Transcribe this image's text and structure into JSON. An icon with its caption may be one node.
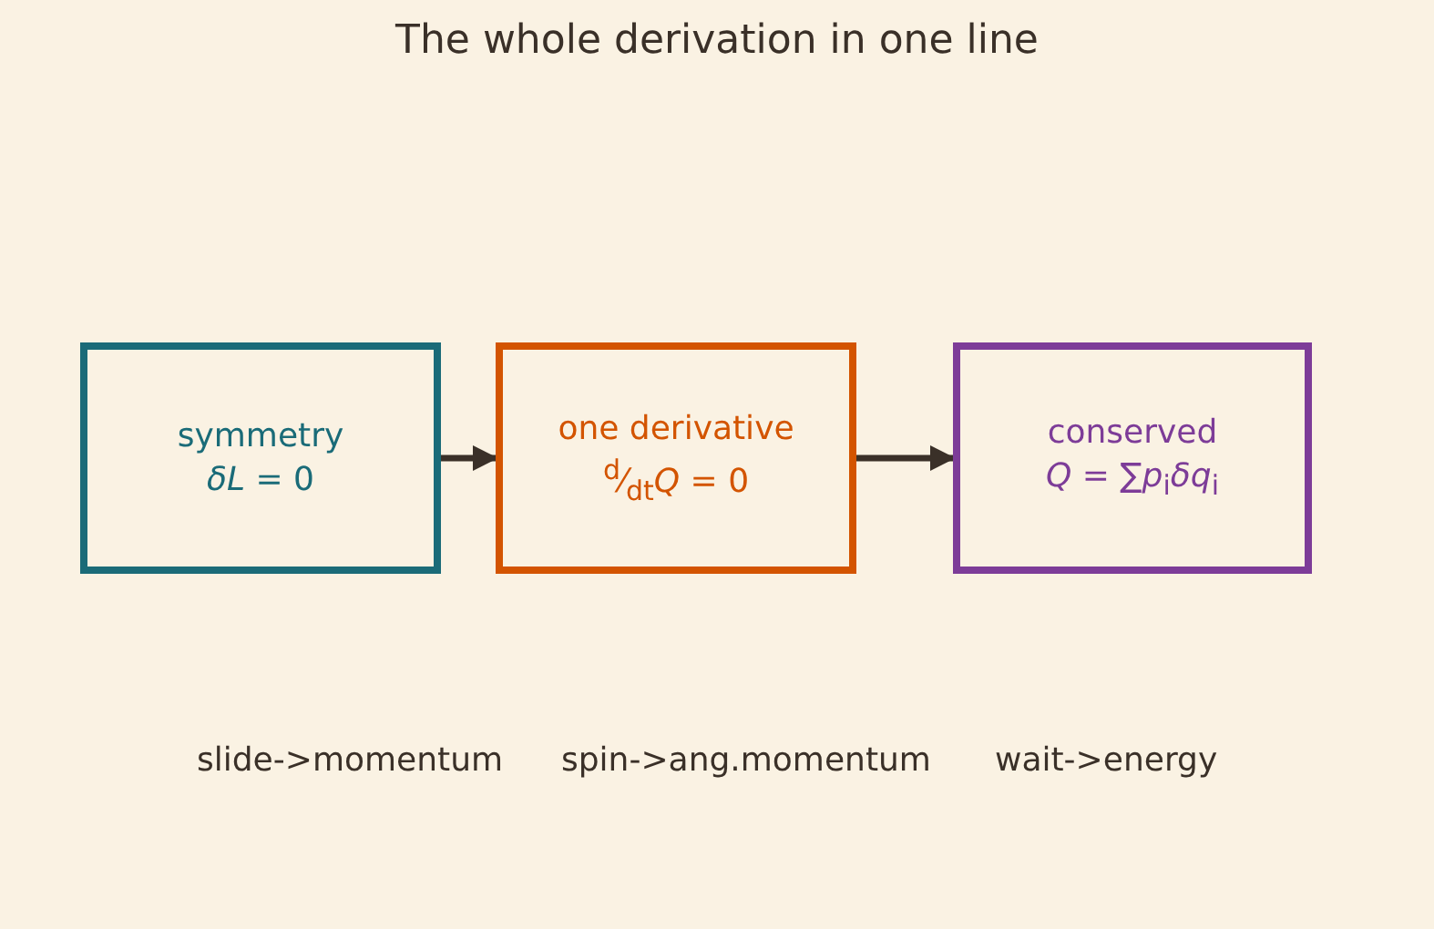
{
  "diagram": {
    "title": "The whole derivation in one line",
    "nodes": [
      {
        "text": [
          "symmetry",
          "*δL* = 0"
        ]
      },
      {
        "text": [
          "one derivative",
          "$^{d}$⁄$_{dt}$*Q* = 0"
        ]
      },
      {
        "text": [
          "conserved",
          "*Q* = ∑*p*$_{i}$*δq*$_{i}$"
        ]
      }
    ],
    "edges": [
      {
        "from": 0,
        "to": 1,
        "arrow": "to"
      },
      {
        "from": 1,
        "to": 2,
        "arrow": "to"
      }
    ],
    "labels": [
      "slide->momentum",
      "spin->ang.momentum",
      "wait->energy"
    ]
  }
}
